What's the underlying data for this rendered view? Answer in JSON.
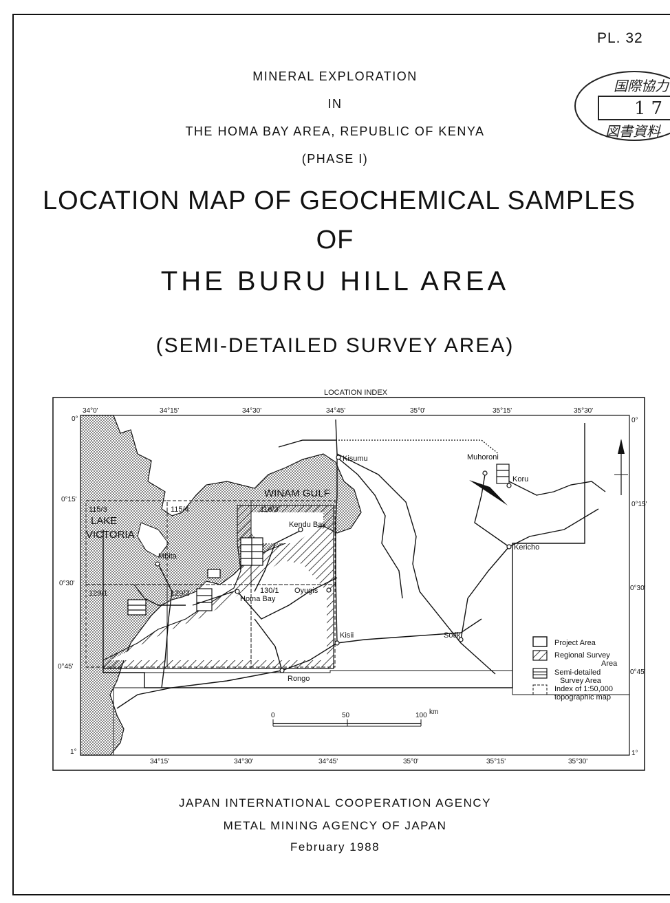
{
  "header": {
    "plate_number": "PL. 32",
    "line1": "MINERAL EXPLORATION",
    "line2": "IN",
    "line3": "THE HOMA BAY AREA, REPUBLIC OF KENYA",
    "line4": "(PHASE I)"
  },
  "title": {
    "line1": "LOCATION MAP OF GEOCHEMICAL SAMPLES",
    "line2": "OF",
    "line3": "THE BURU HILL AREA",
    "subtitle": "(SEMI-DETAILED SURVEY AREA)"
  },
  "stamp": {
    "top": "国際協力",
    "middle": "17",
    "bottom": "図書資料"
  },
  "map": {
    "title": "LOCATION INDEX",
    "lon_ticks_top": [
      "34°0'",
      "34°15'",
      "34°30'",
      "34°45'",
      "35°0'",
      "35°15'",
      "35°30'"
    ],
    "lon_ticks_bottom": [
      "34°15'",
      "34°30'",
      "34°45'",
      "35°0'",
      "35°15'",
      "35°30'"
    ],
    "lat_ticks_left": [
      "0°",
      "0°15'",
      "0°30'",
      "0°45'",
      "1°"
    ],
    "lat_ticks_right": [
      "0°",
      "0°15'",
      "0°30'",
      "0°45'",
      "1°"
    ],
    "places": {
      "kisumu": "Kisumu",
      "muhoroni": "Muhoroni",
      "koru": "Koru",
      "winam_gulf": "WINAM GULF",
      "lake": "LAKE",
      "victoria": "VICTORIA",
      "kendu_bay": "Kendu Bay",
      "kericho": "Kericho",
      "mbita": "Mbita",
      "homa_bay": "Homa Bay",
      "oyugis": "Oyugis",
      "kisii": "Kisii",
      "sotik": "Sotik",
      "rongo": "Rongo"
    },
    "sheets": [
      "115/3",
      "115/4",
      "116/3",
      "129/1",
      "129/2",
      "130/1"
    ],
    "scale": {
      "zero": "0",
      "mid": "50",
      "end": "100",
      "unit": "km"
    },
    "legend": {
      "project_area": "Project Area",
      "regional_1": "Regional Survey",
      "regional_2": "Area",
      "semi_1": "Semi-detailed",
      "semi_2": "Survey Area",
      "index_1": "Index of 1:50,000",
      "index_2": "topographic map"
    }
  },
  "footer": {
    "line1": "JAPAN INTERNATIONAL COOPERATION AGENCY",
    "line2": "METAL MINING AGENCY OF JAPAN",
    "line3": "February 1988"
  }
}
